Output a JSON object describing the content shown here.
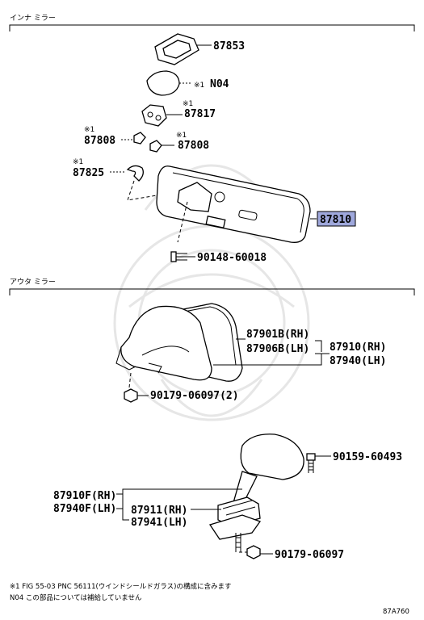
{
  "sections": {
    "inner": "インナ ミラー",
    "outer": "アウタ ミラー"
  },
  "parts": {
    "p87853": "87853",
    "pN04": "N04",
    "p87817": "87817",
    "p87808a": "87808",
    "p87808b": "87808",
    "p87825": "87825",
    "p87810": "87810",
    "p90148": "90148-60018",
    "p87901b": "87901B(RH)",
    "p87906b": "87906B(LH)",
    "p87910rh": "87910(RH)",
    "p87940lh": "87940(LH)",
    "p90179a": "90179-06097(2)",
    "p90159": "90159-60493",
    "p87910f": "87910F(RH)",
    "p87940f": "87940F(LH)",
    "p87911": "87911(RH)",
    "p87941": "87941(LH)",
    "p90179b": "90179-06097"
  },
  "marks": {
    "star1": "※1"
  },
  "notes": {
    "line1": "※1 FIG 55-03 PNC 56111(ウインドシールドガラス)の構成に含みます",
    "line2": "N04 この部品については補給していません"
  },
  "figure_code": "87A760",
  "highlight_color": "#9fa8dc"
}
